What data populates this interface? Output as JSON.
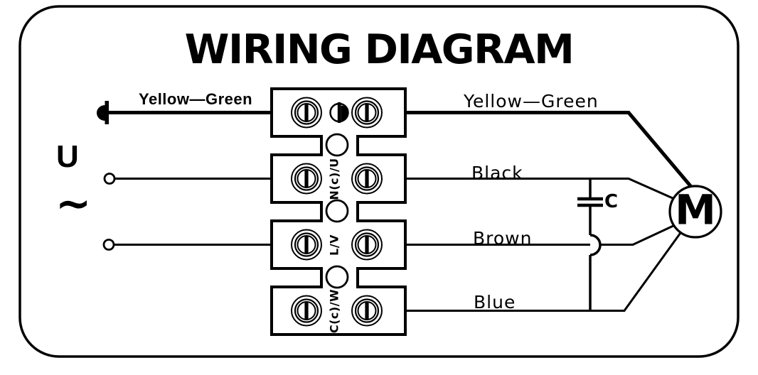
{
  "title": "WIRING DIAGRAM",
  "colors": {
    "ink": "#000000",
    "paper": "#ffffff"
  },
  "power_input": {
    "voltage_symbol": "U",
    "ac_symbol": "~"
  },
  "wires": {
    "input_ground": "Yellow—Green",
    "output_ground": "Yellow—Green",
    "output_black": "Black",
    "output_brown": "Brown",
    "output_blue": "Blue"
  },
  "terminal_block": {
    "labels": [
      "N(c)/U",
      "L/V",
      "C(c)/W"
    ]
  },
  "capacitor_label": "C",
  "motor_label": "M"
}
